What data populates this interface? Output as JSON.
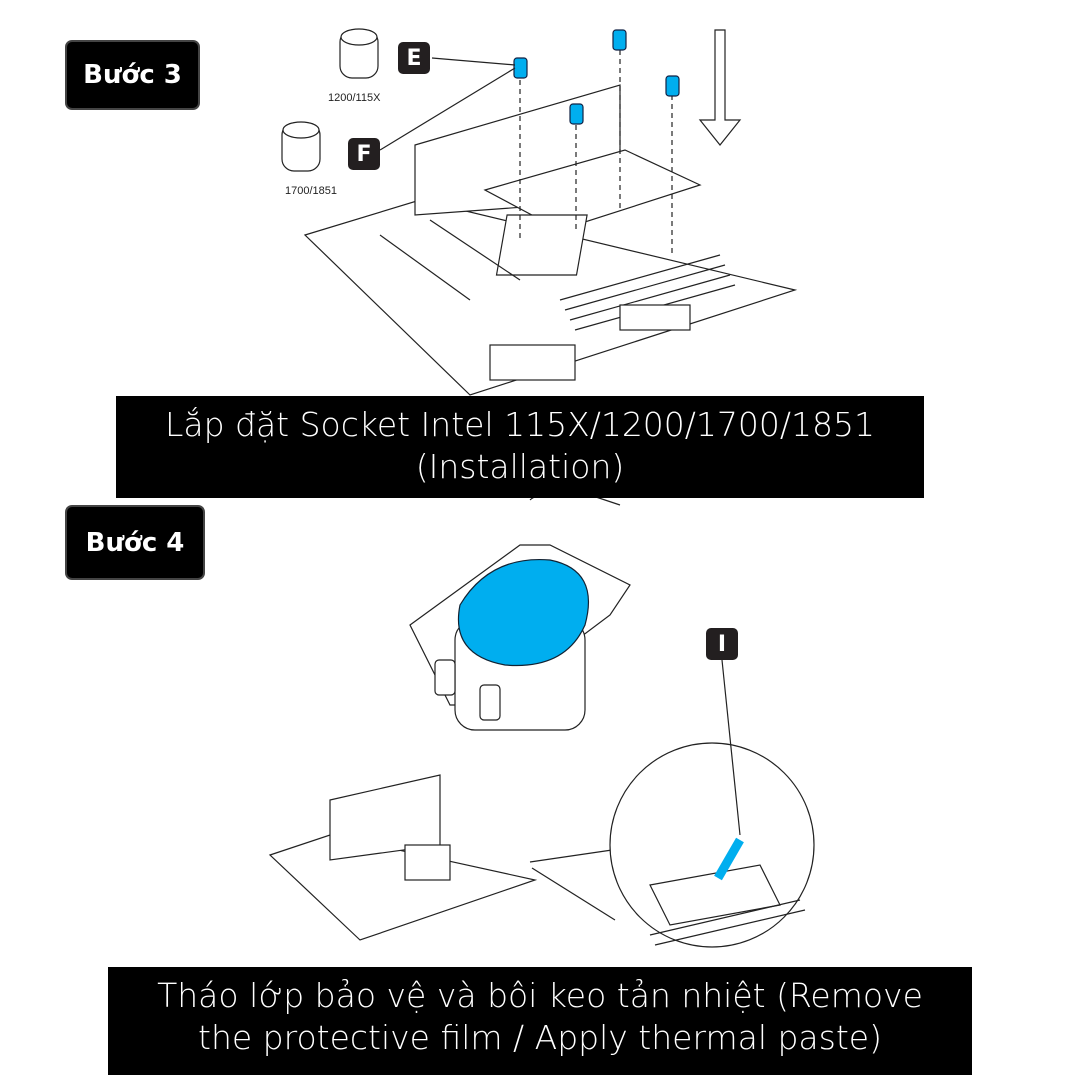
{
  "step3": {
    "badge": "Bước 3",
    "tags": {
      "e": "E",
      "f": "F"
    },
    "standoff_labels": {
      "e": "1200/115X",
      "f": "1700/1851"
    },
    "caption_line1": "Lắp đặt Socket Intel 115X/1200/1700/1851",
    "caption_line2": "(Installation)"
  },
  "step4": {
    "badge": "Bước 4",
    "tags": {
      "i": "I"
    },
    "caption_line1": "Tháo lớp bảo vệ và bôi keo tản nhiệt (Remove",
    "caption_line2": "the protective film / Apply thermal paste)"
  },
  "colors": {
    "accent_blue": "#00aeef",
    "label_bg": "#000000"
  }
}
